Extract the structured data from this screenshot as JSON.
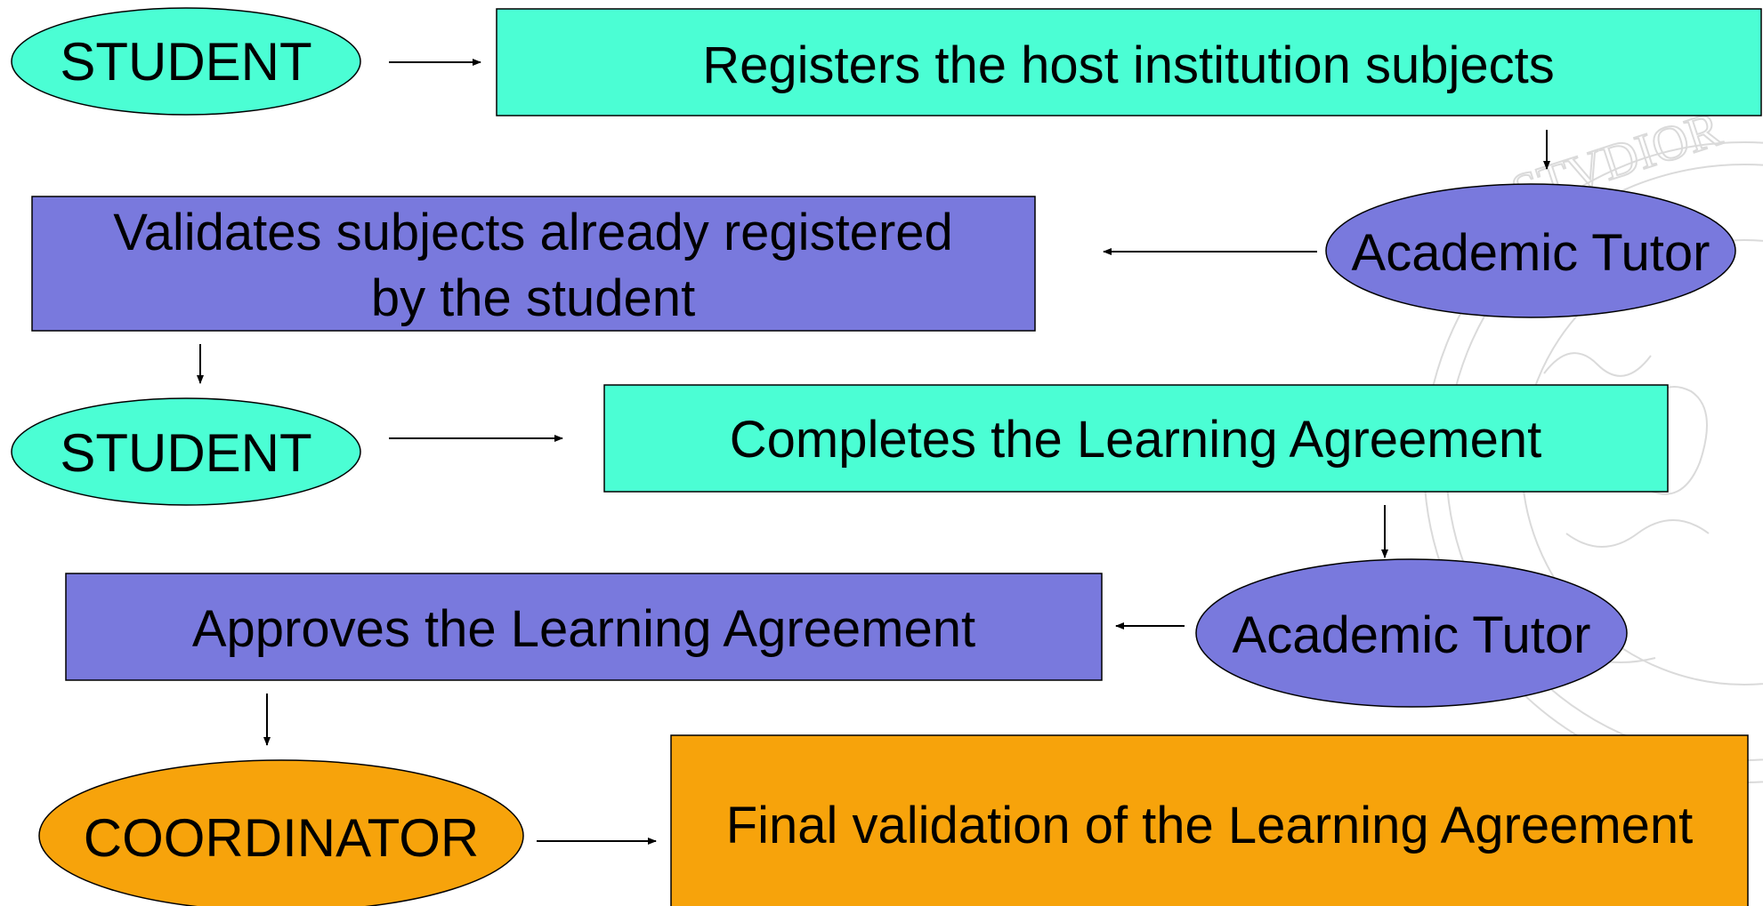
{
  "colors": {
    "student": "#4bfed4",
    "tutor": "#7979dd",
    "coordinator": "#f7a30b",
    "stroke": "#000000",
    "watermark": "#cfcfcf"
  },
  "nodes": {
    "student_1": {
      "label": "STUDENT",
      "shape": "ellipse",
      "role": "student"
    },
    "registers_subjects": {
      "label": "Registers the host institution subjects",
      "shape": "rect",
      "role": "student"
    },
    "tutor_1": {
      "label": "Academic Tutor",
      "shape": "ellipse",
      "role": "tutor"
    },
    "validates_subjects": {
      "lines": [
        "Validates subjects already registered",
        "by the student"
      ],
      "shape": "rect",
      "role": "tutor"
    },
    "student_2": {
      "label": "STUDENT",
      "shape": "ellipse",
      "role": "student"
    },
    "completes_la": {
      "label": "Completes the Learning Agreement",
      "shape": "rect",
      "role": "student"
    },
    "tutor_2": {
      "label": "Academic Tutor",
      "shape": "ellipse",
      "role": "tutor"
    },
    "approves_la": {
      "label": "Approves the Learning Agreement",
      "shape": "rect",
      "role": "tutor"
    },
    "coordinator": {
      "label": "COORDINATOR",
      "shape": "ellipse",
      "role": "coordinator"
    },
    "final_validation": {
      "label": "Final validation of the Learning Agreement",
      "shape": "rect",
      "role": "coordinator"
    }
  },
  "watermark": {
    "text": "STVDIOR",
    "icon": "university-seal-watermark"
  }
}
